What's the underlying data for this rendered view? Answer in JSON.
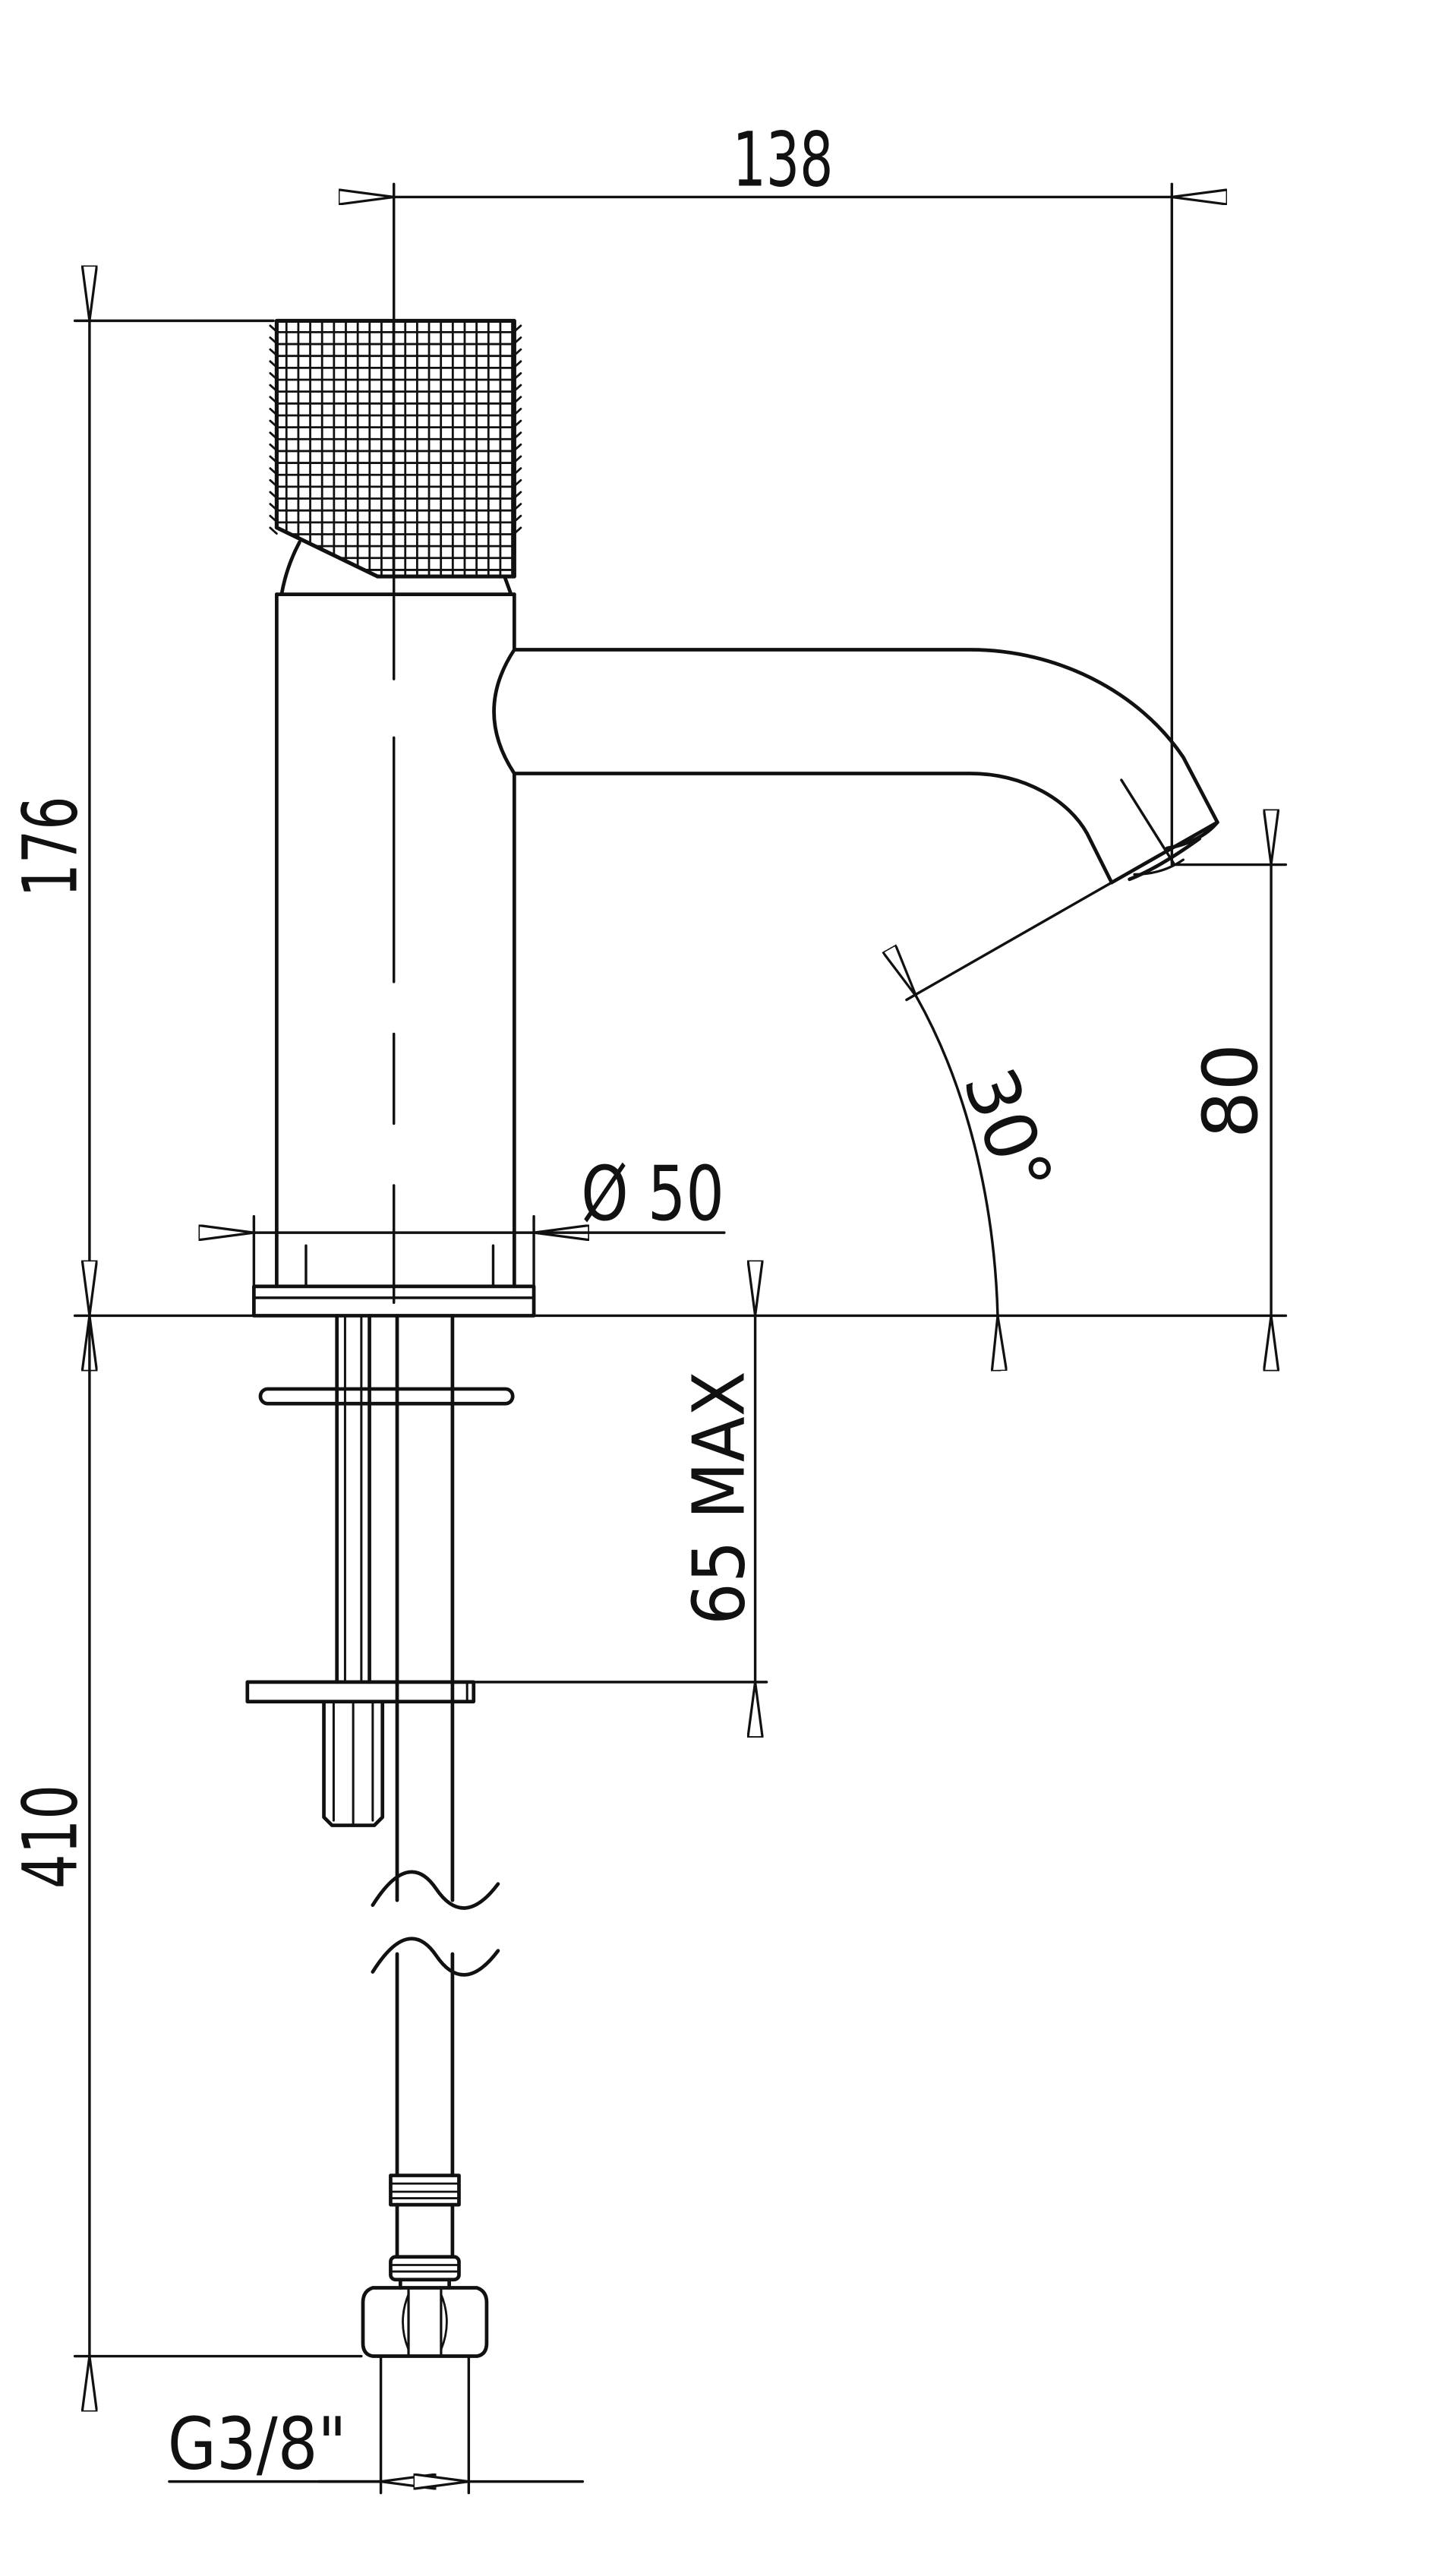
{
  "colors": {
    "line": "#111111",
    "background": "#ffffff"
  },
  "dimensions": {
    "width_138": "138",
    "height_176": "176",
    "spout_80": "80",
    "angle_30": "30°",
    "diameter_50": "Ø 50",
    "deck_65": "65 MAX",
    "hose_410": "410",
    "thread_g38": "G3/8\""
  }
}
